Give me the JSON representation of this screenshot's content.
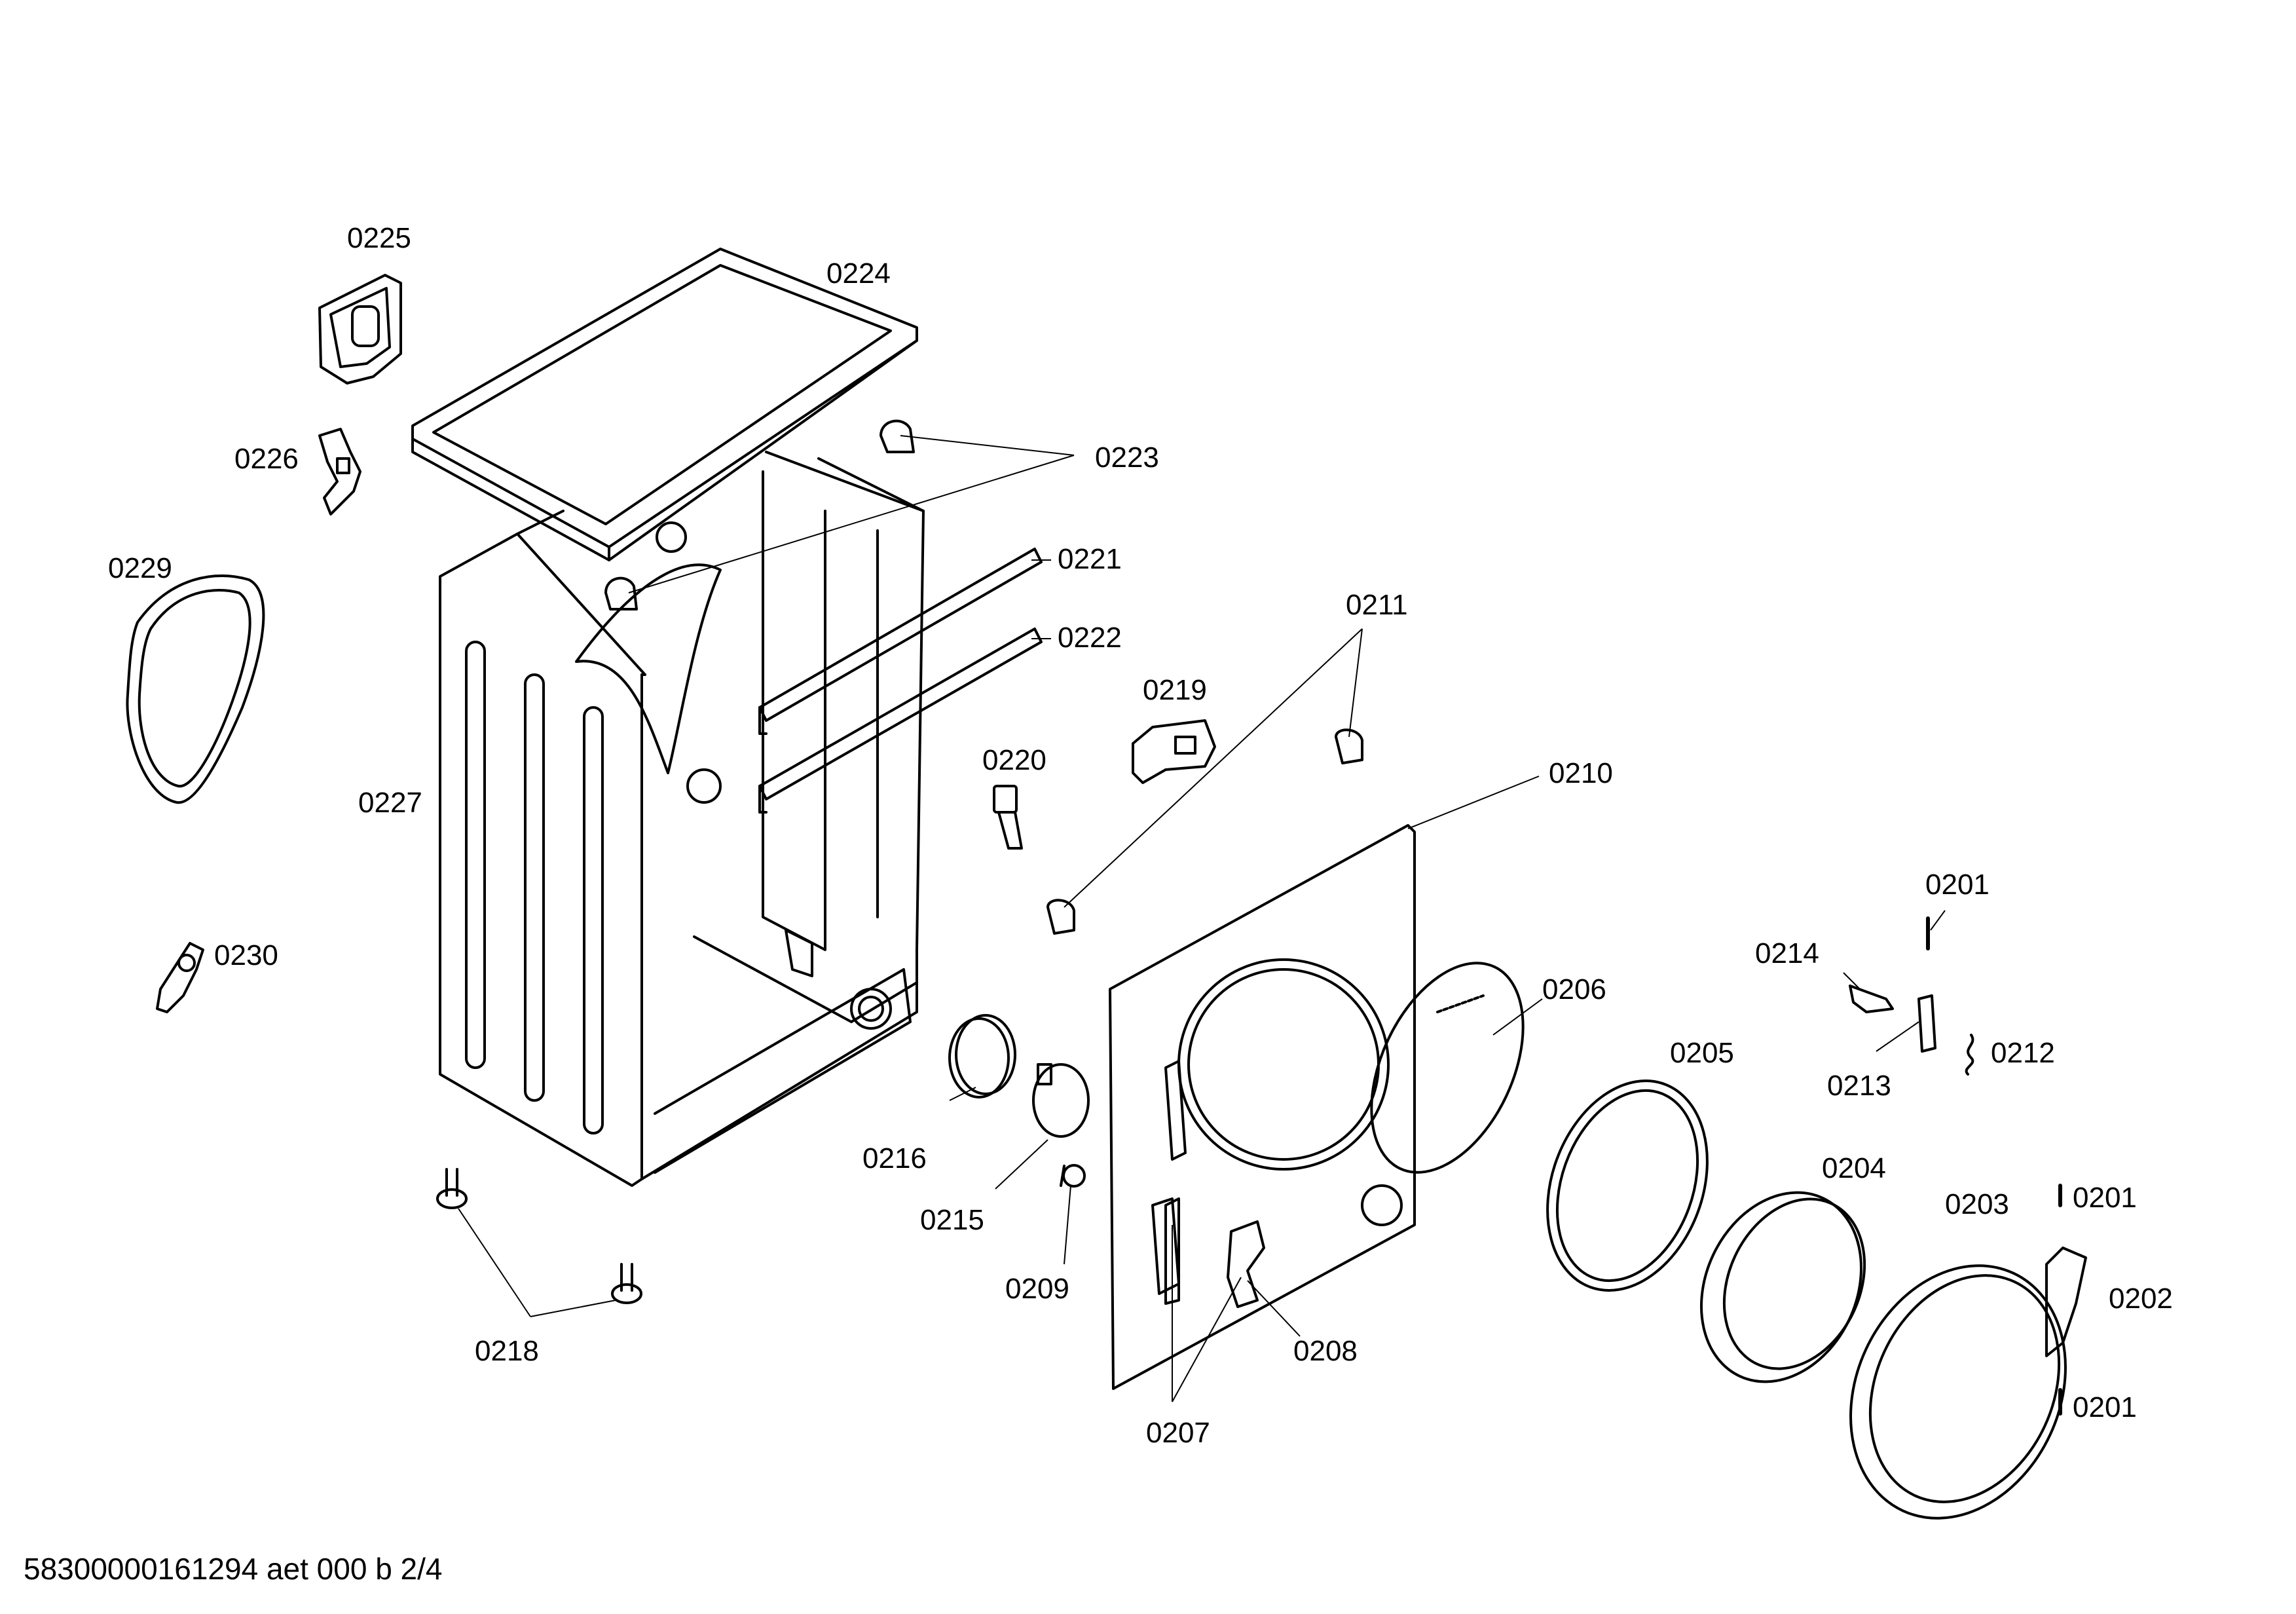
{
  "labels": {
    "p0201a": "0201",
    "p0201b": "0201",
    "p0201c": "0201",
    "p0202": "0202",
    "p0203": "0203",
    "p0204": "0204",
    "p0205": "0205",
    "p0206": "0206",
    "p0207": "0207",
    "p0208": "0208",
    "p0209": "0209",
    "p0210": "0210",
    "p0211": "0211",
    "p0212": "0212",
    "p0213": "0213",
    "p0214": "0214",
    "p0215": "0215",
    "p0216": "0216",
    "p0218": "0218",
    "p0219": "0219",
    "p0220": "0220",
    "p0221": "0221",
    "p0222": "0222",
    "p0223": "0223",
    "p0224": "0224",
    "p0225": "0225",
    "p0226": "0226",
    "p0227": "0227",
    "p0229": "0229",
    "p0230": "0230"
  },
  "footer": "58300000161294 aet 000 b 2/4"
}
